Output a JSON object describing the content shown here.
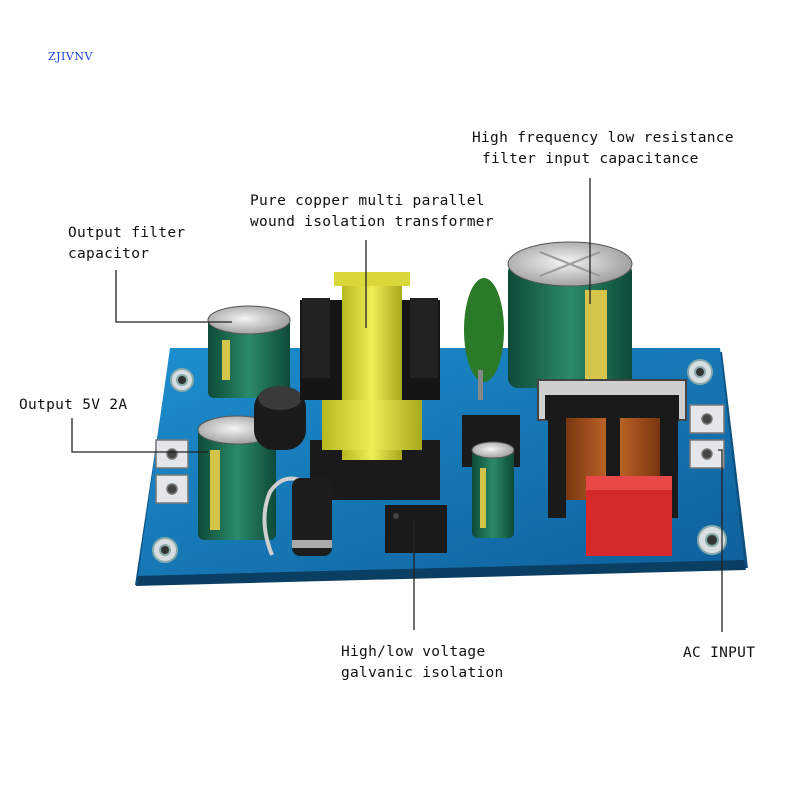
{
  "brand": "ZJIVNV",
  "callouts": {
    "hf_cap": {
      "line1": "High frequency low resistance",
      "line2": "filter input capacitance"
    },
    "transformer": {
      "line1": "Pure copper multi parallel",
      "line2": "wound isolation transformer"
    },
    "out_cap": {
      "line1": "Output filter",
      "line2": "capacitor"
    },
    "output": {
      "line1": "Output 5V 2A"
    },
    "isolation": {
      "line1": "High/low voltage",
      "line2": "galvanic isolation"
    },
    "ac_input": {
      "line1": "AC INPUT"
    }
  },
  "colors": {
    "pcb": "#1577b8",
    "capacitor": "#1e6b52",
    "transformer": "#dede3a",
    "x_cap": "#d62a2a"
  }
}
